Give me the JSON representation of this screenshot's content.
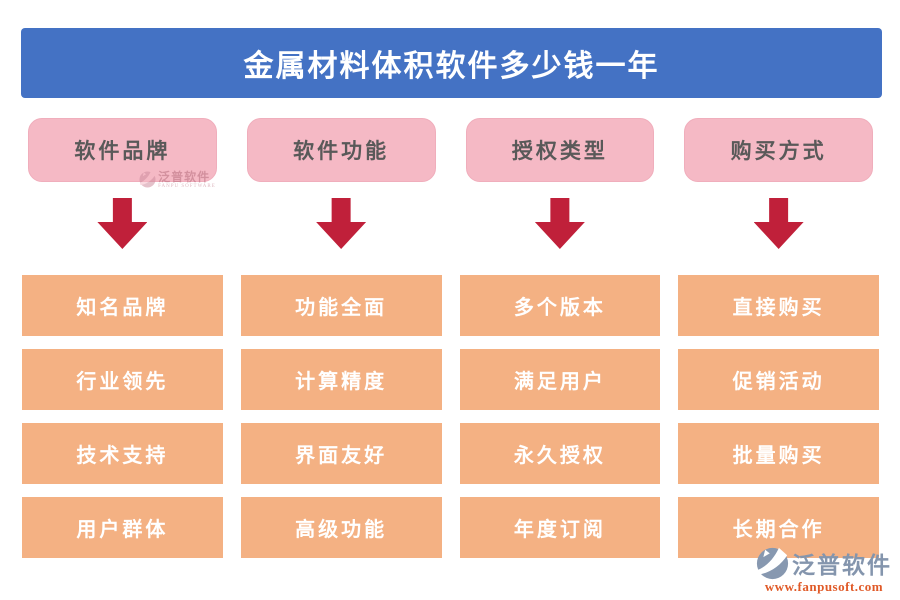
{
  "title": "金属材料体积软件多少钱一年",
  "columns": [
    {
      "header": "软件品牌",
      "items": [
        "知名品牌",
        "行业领先",
        "技术支持",
        "用户群体"
      ]
    },
    {
      "header": "软件功能",
      "items": [
        "功能全面",
        "计算精度",
        "界面友好",
        "高级功能"
      ]
    },
    {
      "header": "授权类型",
      "items": [
        "多个版本",
        "满足用户",
        "永久授权",
        "年度订阅"
      ]
    },
    {
      "header": "购买方式",
      "items": [
        "直接购买",
        "促销活动",
        "批量购买",
        "长期合作"
      ]
    }
  ],
  "watermark": {
    "brand": "泛普软件",
    "sub": "FANPU SOFTWARE"
  },
  "footer": {
    "brand": "泛普软件",
    "url": "www.fanpusoft.com"
  },
  "icons": {
    "down_arrow_icon": "solid block arrow pointing down (css clip-path)",
    "fanpu_logo_icon": "grey-blue circle with white swoosh",
    "watermark_logo_icon": "faint pink circle with white swoosh"
  },
  "colors": {
    "banner_blue": "#4472c4",
    "header_pink": "#f5b9c5",
    "arrow_red": "#c0203a",
    "item_orange": "#f4b183",
    "header_text_grey": "#595959",
    "footer_brand_grey_blue": "#8495ad",
    "footer_url_orange": "#e05a28"
  }
}
